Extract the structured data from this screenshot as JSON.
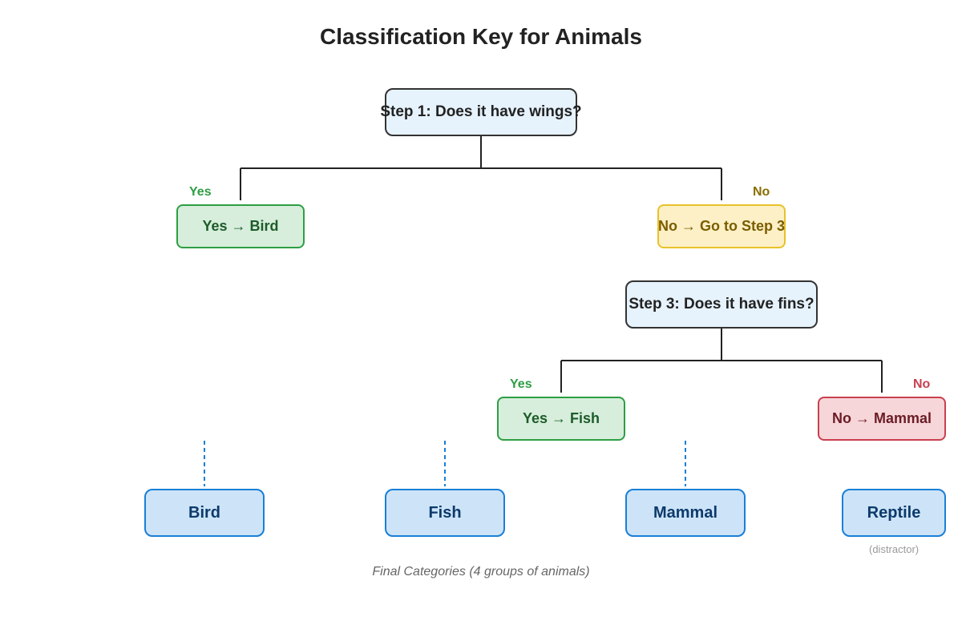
{
  "title": "Classification Key for Animals",
  "step1": {
    "question": "Step 1: Does it have wings?"
  },
  "step1_yes": {
    "branch_label": "Yes",
    "result": "Yes → Bird"
  },
  "step1_no": {
    "branch_label": "No",
    "result": "No → Go to Step 3"
  },
  "step3": {
    "question": "Step 3: Does it have fins?"
  },
  "step3_yes": {
    "branch_label": "Yes",
    "result": "Yes → Fish"
  },
  "step3_no": {
    "branch_label": "No",
    "result": "No → Mammal"
  },
  "final_categories": [
    {
      "label": "Bird"
    },
    {
      "label": "Fish"
    },
    {
      "label": "Mammal"
    },
    {
      "label": "Reptile",
      "note": "(distractor)"
    }
  ],
  "caption": "Final Categories (4 groups of animals)",
  "colors": {
    "question_fill": "#e6f2fc",
    "yes_fill": "#d6eedb",
    "yes_border": "#2e9e44",
    "go_fill": "#fdf0c6",
    "go_border": "#e8c22a",
    "no_fill": "#f7d6da",
    "no_border": "#c9404e",
    "final_fill": "#cde4f8",
    "final_border": "#1a7fd6"
  }
}
